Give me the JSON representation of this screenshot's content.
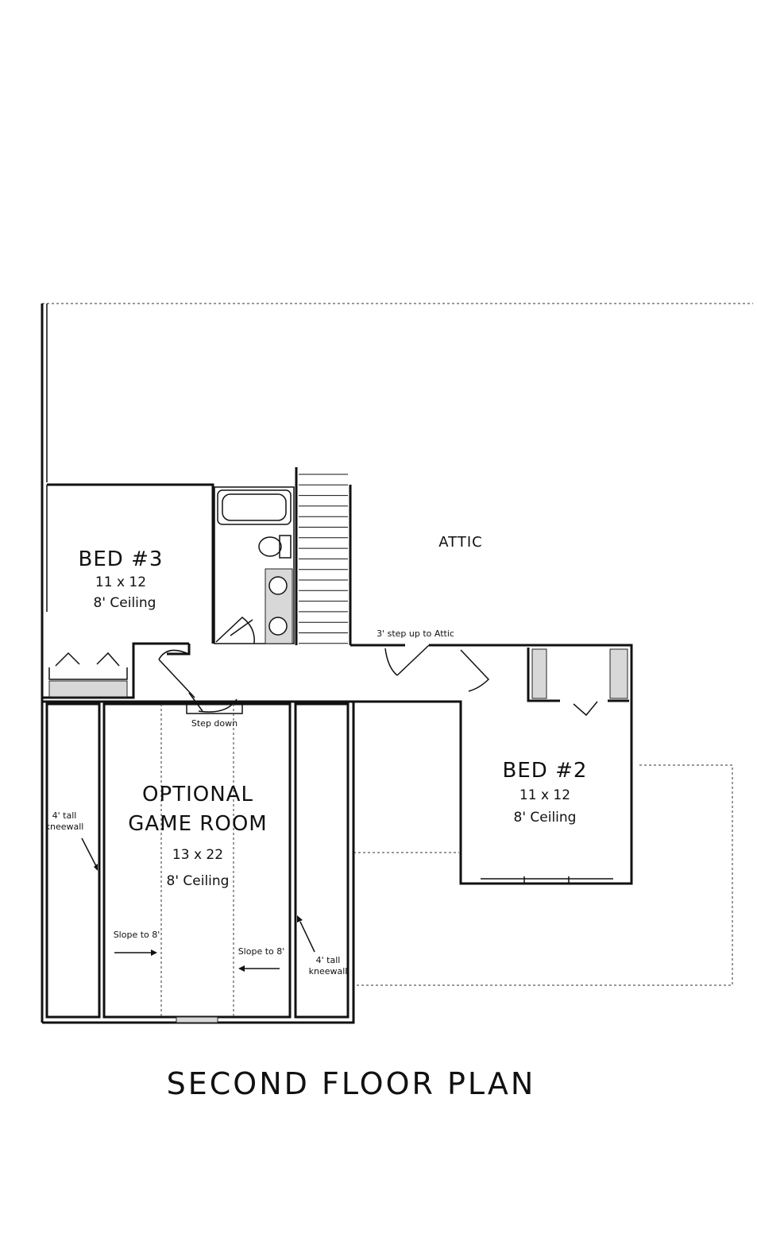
{
  "plan_title": "SECOND FLOOR PLAN",
  "rooms": {
    "bed3": {
      "name": "BED #3",
      "dims": "11 x 12",
      "ceiling": "8' Ceiling"
    },
    "bed2": {
      "name": "BED #2",
      "dims": "11 x 12",
      "ceiling": "8' Ceiling"
    },
    "game_room": {
      "name_line1": "OPTIONAL",
      "name_line2": "GAME ROOM",
      "dims": "13 x 22",
      "ceiling": "8' Ceiling"
    },
    "attic": {
      "name": "ATTIC"
    }
  },
  "notes": {
    "attic_step": "3' step up to Attic",
    "step_down": "Step down",
    "kneewall_left_line1": "4' tall",
    "kneewall_left_line2": "kneewall",
    "kneewall_right_line1": "4' tall",
    "kneewall_right_line2": "kneewall",
    "slope_left": "Slope to 8'",
    "slope_right": "Slope to 8'"
  }
}
